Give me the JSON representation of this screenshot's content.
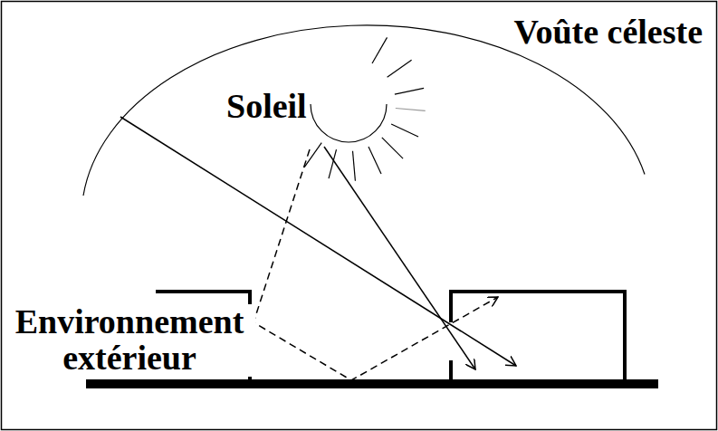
{
  "diagram": {
    "labels": [
      "Voûte céleste",
      "Soleil",
      "Environnement extérieur"
    ]
  }
}
